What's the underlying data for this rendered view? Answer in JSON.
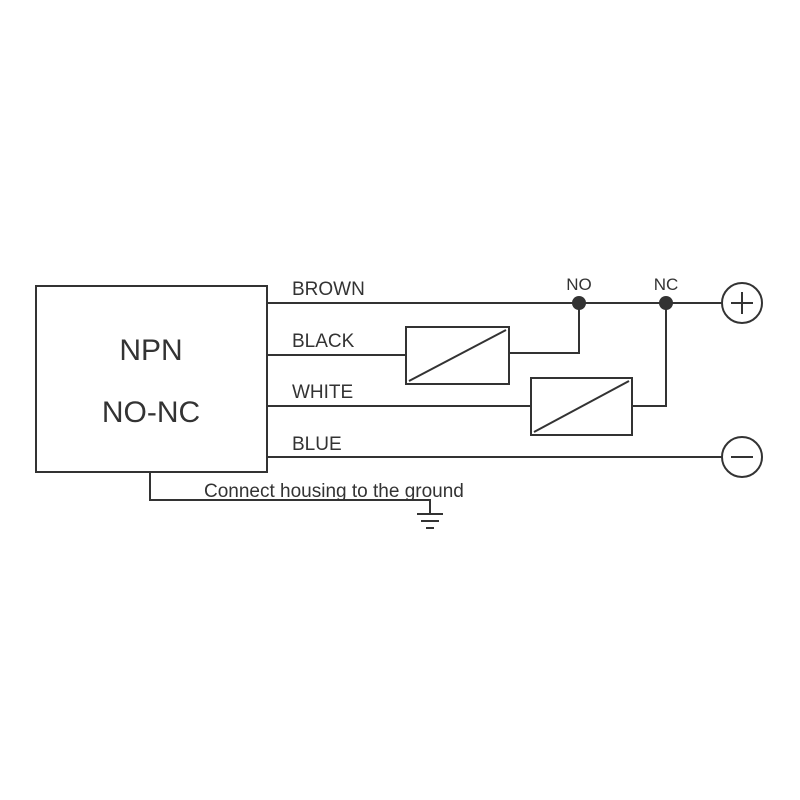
{
  "sensor": {
    "type_label": "NPN",
    "output_label": "NO-NC"
  },
  "wires": {
    "brown": "BROWN",
    "black": "BLACK",
    "white": "WHITE",
    "blue": "BLUE"
  },
  "nodes": {
    "no": "NO",
    "nc": "NC"
  },
  "terminals": {
    "positive": "+",
    "negative": "−"
  },
  "ground_note": "Connect housing to the ground",
  "colors": {
    "line": "#333333",
    "background": "#ffffff"
  }
}
